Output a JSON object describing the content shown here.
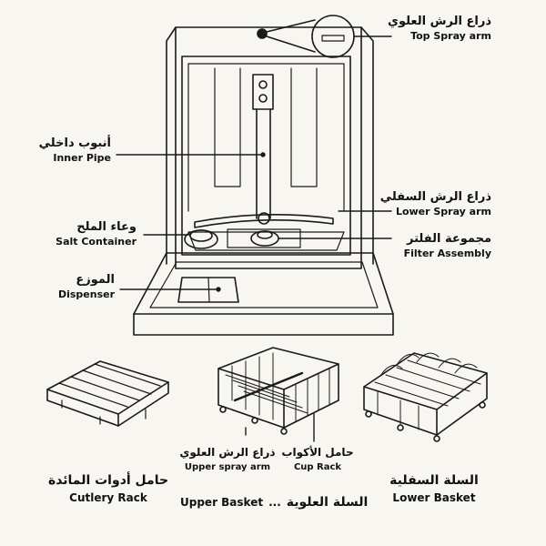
{
  "labels": {
    "top_spray_arm": {
      "ar": "ذراع الرش العلوي",
      "en": "Top Spray arm"
    },
    "inner_pipe": {
      "ar": "أنبوب داخلي",
      "en": "Inner Pipe"
    },
    "lower_spray_arm": {
      "ar": "ذراع الرش السفلي",
      "en": "Lower Spray arm"
    },
    "salt_container": {
      "ar": "وعاء الملح",
      "en": "Salt Container"
    },
    "filter_assembly": {
      "ar": "مجموعة الفلتر",
      "en": "Filter Assembly"
    },
    "dispenser": {
      "ar": "الموزع",
      "en": "Dispenser"
    },
    "upper_spray_arm": {
      "ar": "ذراع الرش العلوي",
      "en": "Upper spray arm"
    },
    "cup_rack": {
      "ar": "حامل الأكواب",
      "en": "Cup Rack"
    },
    "cutlery_rack": {
      "ar": "حامل أدوات المائدة",
      "en": "Cutlery Rack"
    },
    "lower_basket": {
      "ar": "السلة السفلية",
      "en": "Lower Basket"
    },
    "upper_basket": {
      "ar": "السلة العلوية",
      "en": "Upper Basket",
      "separator": "..."
    }
  },
  "colors": {
    "line": "#1a1a1a",
    "background": "#f7f6f0"
  }
}
